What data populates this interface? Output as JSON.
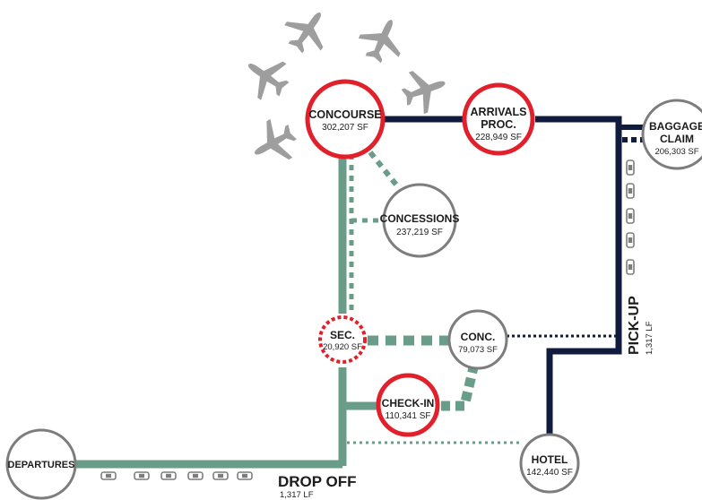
{
  "colors": {
    "green": "#6a9c8a",
    "navy": "#101b3d",
    "red": "#e2202b",
    "gray": "#7d7d7d",
    "plane": "#9e9e9e",
    "text": "#1c1c1c"
  },
  "nodes": {
    "concourse": {
      "name": "CONCOURSE",
      "area": "302,207 SF"
    },
    "arrivals": {
      "name_line1": "ARRIVALS",
      "name_line2": "PROC.",
      "area": "228,949 SF"
    },
    "baggage": {
      "name_line1": "BAGGAGE",
      "name_line2": "CLAIM",
      "area": "206,303 SF"
    },
    "concessions": {
      "name": "CONCESSIONS",
      "area": "237,219 SF"
    },
    "security": {
      "name": "SEC.",
      "area": "20,920 SF"
    },
    "conc": {
      "name": "CONC.",
      "area": "79,073 SF"
    },
    "checkin": {
      "name": "CHECK-IN",
      "area": "110,341 SF"
    },
    "departures": {
      "name": "DEPARTURES"
    },
    "hotel": {
      "name": "HOTEL",
      "area": "142,440 SF"
    }
  },
  "labels": {
    "dropoff": {
      "title": "DROP OFF",
      "length": "1,317 LF"
    },
    "pickup": {
      "title": "PICK-UP",
      "length": "1,317 LF"
    }
  },
  "icons": {
    "airplane": "airplane-icon",
    "car": "car-icon"
  }
}
